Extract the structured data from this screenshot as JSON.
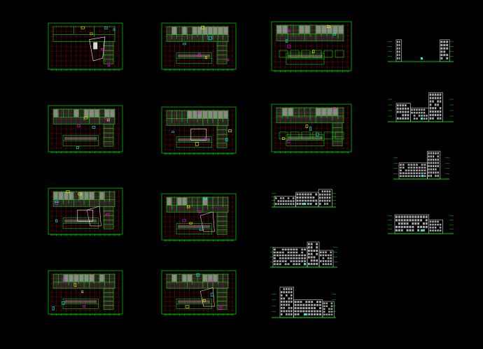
{
  "window": {
    "background": "#000000"
  },
  "colors": {
    "grid": "#ff0000",
    "walls": "#00ff00",
    "text": "#ffffff",
    "fill_room": "#d8d8d8",
    "accent_yellow": "#ffff00",
    "accent_cyan": "#00ffff",
    "accent_magenta": "#ff00ff"
  },
  "drawing": {
    "plans": [
      {
        "id": "plan-1",
        "caption": "",
        "variant": "site"
      },
      {
        "id": "plan-2",
        "caption": "",
        "variant": "ushape"
      },
      {
        "id": "plan-3",
        "caption": "",
        "variant": "ushape-wide"
      },
      {
        "id": "plan-4",
        "caption": "",
        "variant": "lshape"
      },
      {
        "id": "plan-5",
        "caption": "",
        "variant": "courtyard"
      },
      {
        "id": "plan-6",
        "caption": "",
        "variant": "dense"
      },
      {
        "id": "plan-7",
        "caption": "",
        "variant": "lshape-court"
      },
      {
        "id": "plan-8",
        "caption": "",
        "variant": "lshape-roof"
      },
      {
        "id": "plan-9",
        "caption": "",
        "variant": "lshape"
      },
      {
        "id": "plan-10",
        "caption": "",
        "variant": "lshape-roof"
      }
    ],
    "elevations": [
      {
        "id": "elev-1",
        "caption": "",
        "variant": "long-tower"
      },
      {
        "id": "elev-2",
        "caption": "",
        "variant": "section-tall"
      },
      {
        "id": "elev-3",
        "caption": "",
        "variant": "short-tower"
      },
      {
        "id": "elev-4",
        "caption": "",
        "variant": "long-flat"
      },
      {
        "id": "elev-5",
        "caption": "",
        "variant": "mid-stepped"
      },
      {
        "id": "elev-6",
        "caption": "",
        "variant": "mid-dense"
      },
      {
        "id": "elev-7",
        "caption": "",
        "variant": "tower-left"
      }
    ]
  }
}
